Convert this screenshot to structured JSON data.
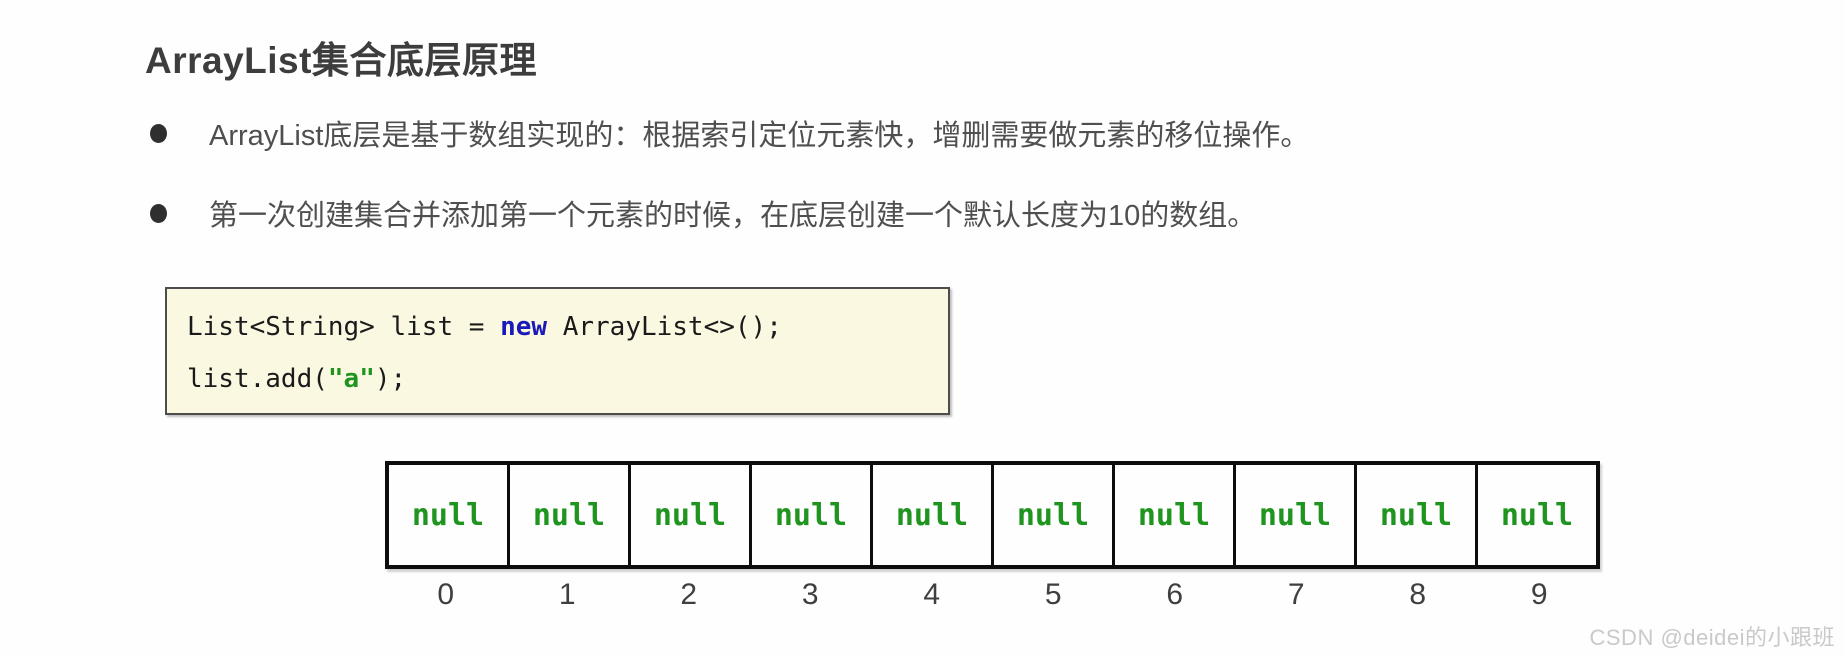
{
  "page": {
    "title": "ArrayList集合底层原理",
    "watermark": "CSDN @deidei的小跟班"
  },
  "bullets": [
    {
      "label": "ArrayList底层是基于数组实现的：根据索引定位元素快，增删需要做元素的移位操作。"
    },
    {
      "label": "第一次创建集合并添加第一个元素的时候，在底层创建一个默认长度为10的数组。"
    }
  ],
  "code": {
    "lines": [
      {
        "segments": [
          {
            "text": "List<String> list = ",
            "style": "plain"
          },
          {
            "text": "new",
            "style": "keyword"
          },
          {
            "text": " ArrayList<>();",
            "style": "plain"
          }
        ]
      },
      {
        "segments": [
          {
            "text": "list.add(",
            "style": "plain"
          },
          {
            "text": "\"a\"",
            "style": "string"
          },
          {
            "text": ");",
            "style": "plain"
          }
        ]
      }
    ]
  },
  "array_diagram": {
    "cells": [
      "null",
      "null",
      "null",
      "null",
      "null",
      "null",
      "null",
      "null",
      "null",
      "null"
    ],
    "indices": [
      "0",
      "1",
      "2",
      "3",
      "4",
      "5",
      "6",
      "7",
      "8",
      "9"
    ]
  },
  "colors": {
    "keyword_blue": "#1a1ab8",
    "string_green": "#1f941f",
    "null_green": "#1f941f",
    "code_background": "#fbf8e1",
    "body_text": "#4d4d4d"
  }
}
